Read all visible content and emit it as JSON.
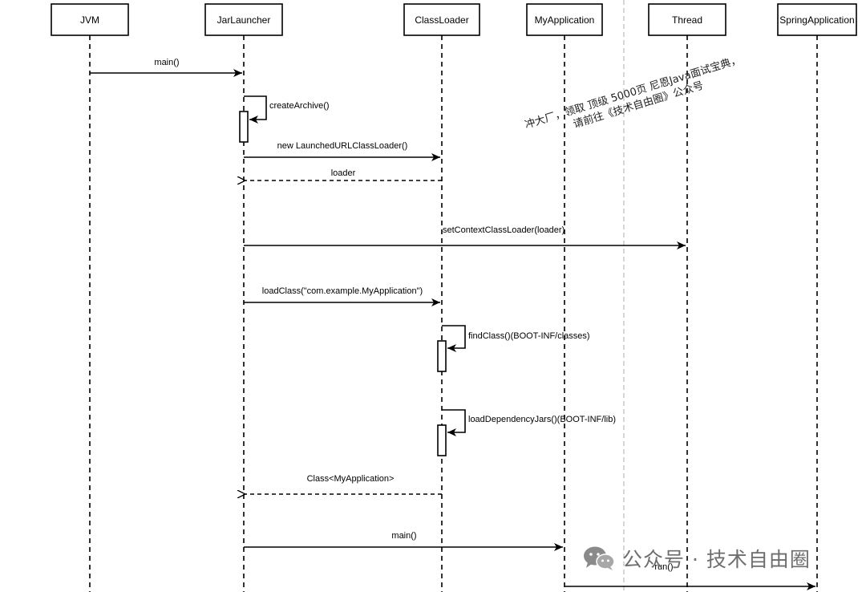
{
  "participants": [
    {
      "id": "jvm",
      "name": "JVM"
    },
    {
      "id": "jarlauncher",
      "name": "JarLauncher"
    },
    {
      "id": "classloader",
      "name": "ClassLoader"
    },
    {
      "id": "myapplication",
      "name": "MyApplication"
    },
    {
      "id": "thread",
      "name": "Thread"
    },
    {
      "id": "springapplication",
      "name": "SpringApplication"
    }
  ],
  "messages": [
    {
      "id": "main-call",
      "label": "main()",
      "from": "jvm",
      "to": "jarlauncher",
      "kind": "call"
    },
    {
      "id": "create-archive",
      "label": "createArchive()",
      "from": "jarlauncher",
      "to": "jarlauncher",
      "kind": "self"
    },
    {
      "id": "new-loader",
      "label": "new LaunchedURLClassLoader()",
      "from": "jarlauncher",
      "to": "classloader",
      "kind": "call"
    },
    {
      "id": "loader-return",
      "label": "loader",
      "from": "classloader",
      "to": "jarlauncher",
      "kind": "return"
    },
    {
      "id": "set-context",
      "label": "setContextClassLoader(loader)",
      "from": "jarlauncher",
      "to": "thread",
      "kind": "call"
    },
    {
      "id": "load-class",
      "label": "loadClass(\"com.example.MyApplication\")",
      "from": "jarlauncher",
      "to": "classloader",
      "kind": "call"
    },
    {
      "id": "find-class",
      "label": "findClass()(BOOT-INF/classes)",
      "from": "classloader",
      "to": "classloader",
      "kind": "self"
    },
    {
      "id": "load-deps",
      "label": "loadDependencyJars()(BOOT-INF/lib)",
      "from": "classloader",
      "to": "classloader",
      "kind": "self"
    },
    {
      "id": "class-return",
      "label": "Class<MyApplication>",
      "from": "classloader",
      "to": "jarlauncher",
      "kind": "return"
    },
    {
      "id": "main-invoke",
      "label": "main()",
      "from": "jarlauncher",
      "to": "myapplication",
      "kind": "call"
    },
    {
      "id": "run-call",
      "label": "run()",
      "from": "myapplication",
      "to": "springapplication",
      "kind": "call"
    }
  ],
  "watermark": {
    "line1": "冲大厂，领取 顶级 5000页 尼恩Java面试宝典，",
    "line2": "请前往《技术自由圈》公众号"
  },
  "footer": {
    "text": "公众号 · 技术自由圈",
    "icon": "wechat-icon"
  },
  "colors": {
    "line": "#000000",
    "separator": "#c8c8c8",
    "footer_text": "#6e6e6e"
  }
}
